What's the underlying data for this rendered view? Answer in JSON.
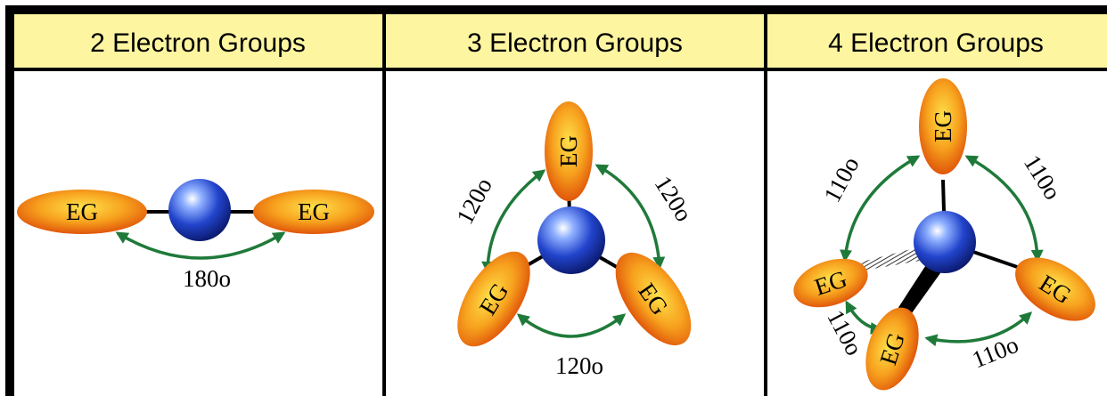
{
  "panels": [
    {
      "title": "2 Electron Groups",
      "electron_group_label": "EG",
      "angle_labels": [
        "180o"
      ]
    },
    {
      "title": "3 Electron Groups",
      "electron_group_label": "EG",
      "angle_labels": [
        "120o",
        "120o",
        "120o"
      ]
    },
    {
      "title": "4 Electron Groups",
      "electron_group_label": "EG",
      "angle_labels": [
        "110o",
        "110o",
        "110o",
        "110o"
      ]
    }
  ],
  "colors": {
    "header_fill": "#fdf5a0",
    "border": "#000000",
    "lobe": "#f07a10",
    "atom": "#2244cc",
    "arrow": "#1f7a3a"
  }
}
